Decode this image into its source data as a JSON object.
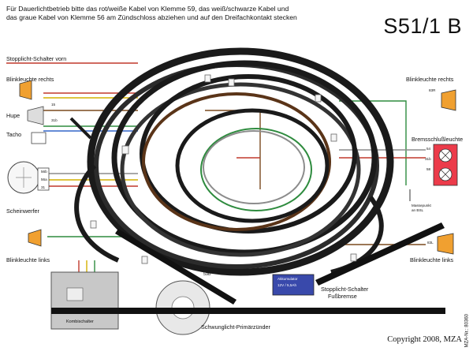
{
  "header": {
    "instruction_line1": "Für Dauerlichtbetrieb bitte das rot/weiße Kabel von Klemme 59, das weiß/schwarze Kabel und",
    "instruction_line2": "das graue Kabel von Klemme 56 am Zündschloss abziehen und auf den Dreifachkontakt stecken",
    "model": "S51/1 B"
  },
  "left_labels": {
    "stop_switch_front": "Stopplicht-Schalter vorn",
    "indicator_right": "Blinkleuchte rechts",
    "horn": "Hupe",
    "speedo": "Tacho",
    "headlight": "Scheinwerfer",
    "indicator_left": "Blinkleuchte links"
  },
  "right_labels": {
    "indicator_right": "Blinkleuchte rechts",
    "brake_tail": "Bremsschlußleuchte",
    "ground_point_line1": "Massepunkt",
    "ground_point_line2": "an BSL",
    "indicator_left": "Blinkleuchte links"
  },
  "bottom_labels": {
    "stop_switch_rear_line1": "Stopplicht-Schalter",
    "stop_switch_rear_line2": "Fußbremse",
    "combi_switch": "Kombischalter",
    "ignition": "Schwunglicht-Primärzünder",
    "battery_line1": "Akkumulator",
    "battery_line2": "12V / 5,5Ah",
    "terminal_59b": "59b"
  },
  "terminals": {
    "t15": "15",
    "t31b": "31b",
    "t56b": "56b",
    "t56a": "56a",
    "t31": "31",
    "t83r": "83R",
    "t83l": "83L",
    "t54": "54",
    "t31b_r": "31b",
    "t58": "58"
  },
  "footer": {
    "doc_no": "MZA-Nr.: 80360",
    "copyright": "Copyright 2008, MZA"
  },
  "colors": {
    "cable": "#1a1a1a",
    "wire_red": "#c0392b",
    "wire_yellow": "#d4b000",
    "wire_green": "#2e8b3e",
    "wire_blue": "#3367c9",
    "wire_brown": "#7a4a1e",
    "wire_grey": "#8c8c8c",
    "lamp": "#f0a030",
    "battery": "#3949ab"
  }
}
